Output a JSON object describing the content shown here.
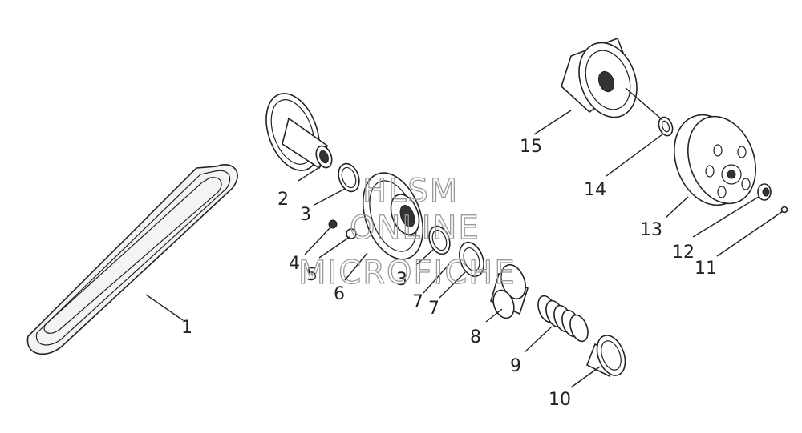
{
  "callouts": {
    "c1": "1",
    "c2": "2",
    "c3a": "3",
    "c3b": "3",
    "c4": "4",
    "c5": "5",
    "c6": "6",
    "c7a": "7",
    "c7b": "7",
    "c8": "8",
    "c9": "9",
    "c10": "10",
    "c11": "11",
    "c12": "12",
    "c13": "13",
    "c14": "14",
    "c15": "15"
  },
  "watermark": {
    "line1": "HLSM",
    "line2": "ONLINE",
    "line3": "MICROFICHE"
  }
}
